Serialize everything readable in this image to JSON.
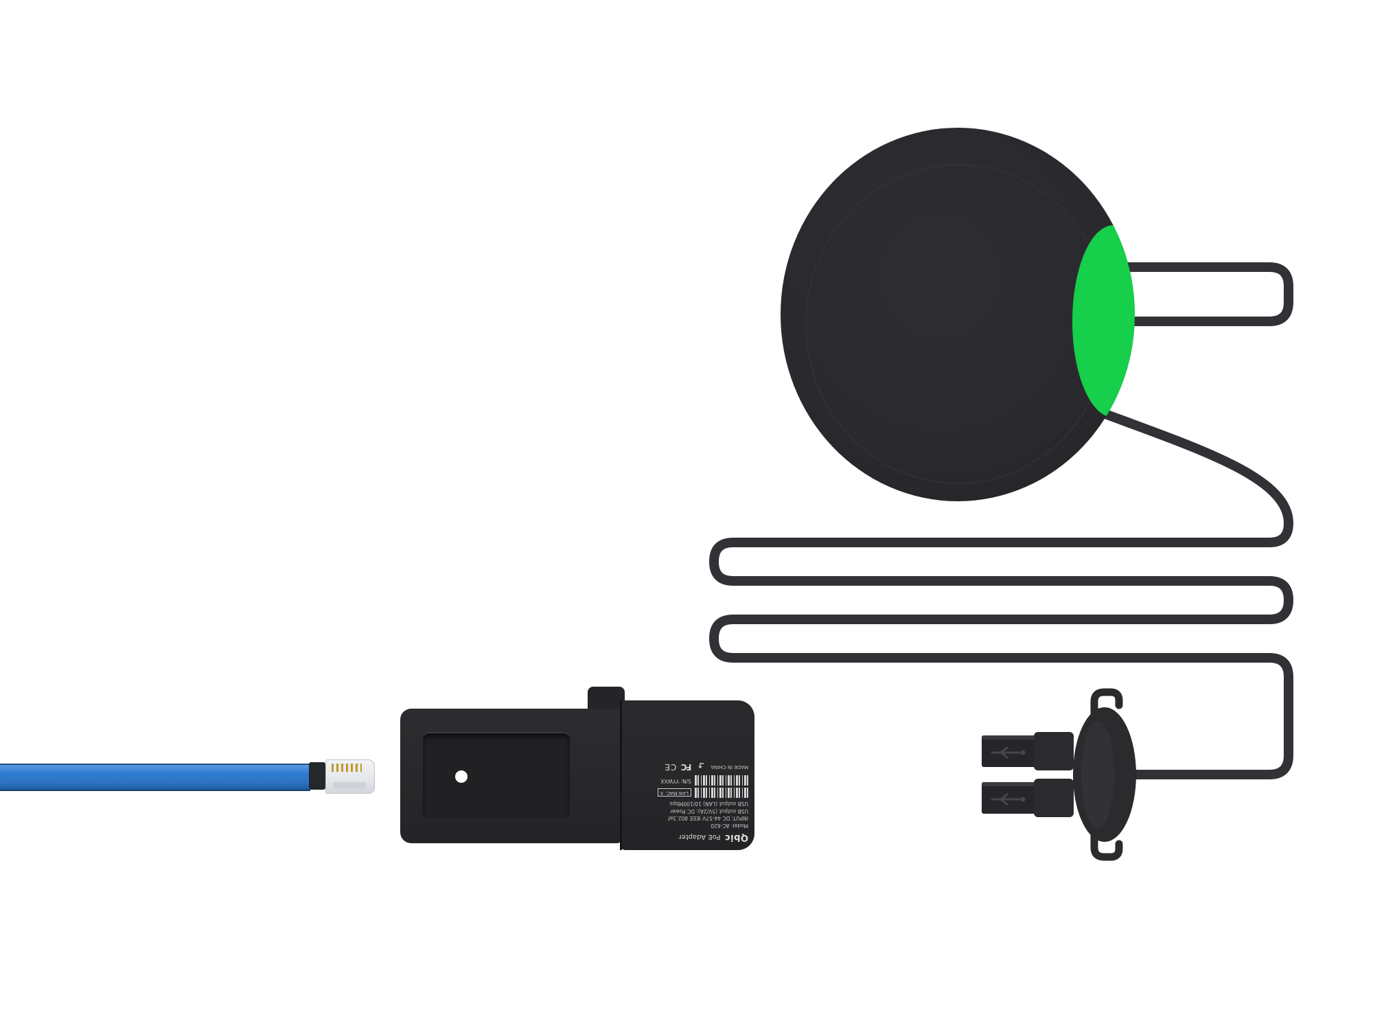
{
  "background": "#ffffff",
  "colors": {
    "device_body": "#2b2b2e",
    "accent_green": "#16cf4a",
    "cable_dark": "#313136",
    "ethernet_blue": "#2f7bd0"
  },
  "adapter_label": {
    "brand": "Qbic",
    "product": "PoE Adapter",
    "model": "Model: AC-620",
    "input": "INPUT: DC 44-57V IEEE 802.3af",
    "usb_power": "USB output (5V/2A): DC Power",
    "usb_lan": "USB output (LAN) 10/100Mbps",
    "lan_mac": "LAN MAC: X",
    "serial": "S/N: YYWXX",
    "made_in": "MADE IN CHINA",
    "fcc_mark": "FC",
    "ce_mark": "CE"
  },
  "icons": {
    "usb_plug": "usb-trident-icon",
    "barcode": "barcode",
    "disposal": "disposal-arrow-icon"
  }
}
